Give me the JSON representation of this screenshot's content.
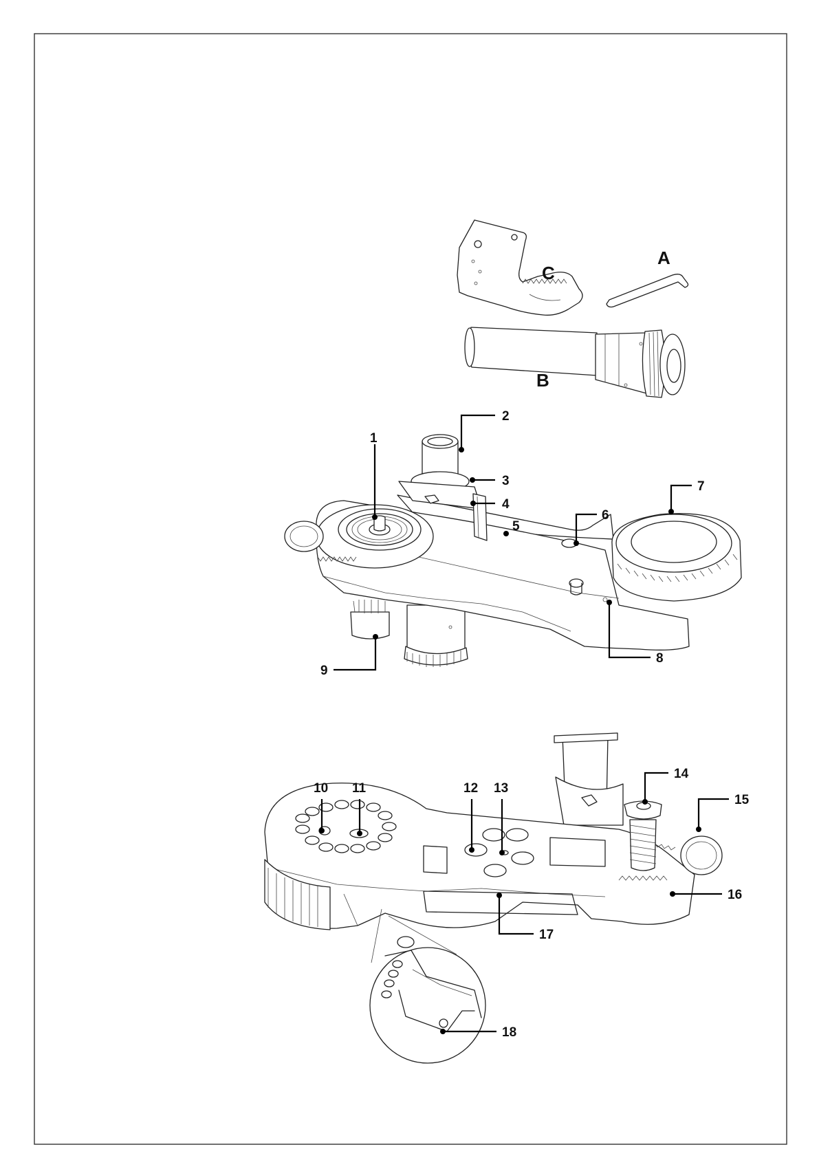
{
  "accessories": [
    {
      "letter": "A",
      "icon": "hex-key-icon"
    },
    {
      "letter": "B",
      "icon": "shaft-tool-icon"
    },
    {
      "letter": "C",
      "icon": "serrated-blade-icon"
    }
  ],
  "callouts": [
    "1",
    "2",
    "3",
    "4",
    "5",
    "6",
    "7",
    "8",
    "9",
    "10",
    "11",
    "12",
    "13",
    "14",
    "15",
    "16",
    "17",
    "18"
  ],
  "colors": {
    "ink": "#222222",
    "leader": "#000000",
    "frame": "#333333",
    "paper": "#ffffff"
  }
}
